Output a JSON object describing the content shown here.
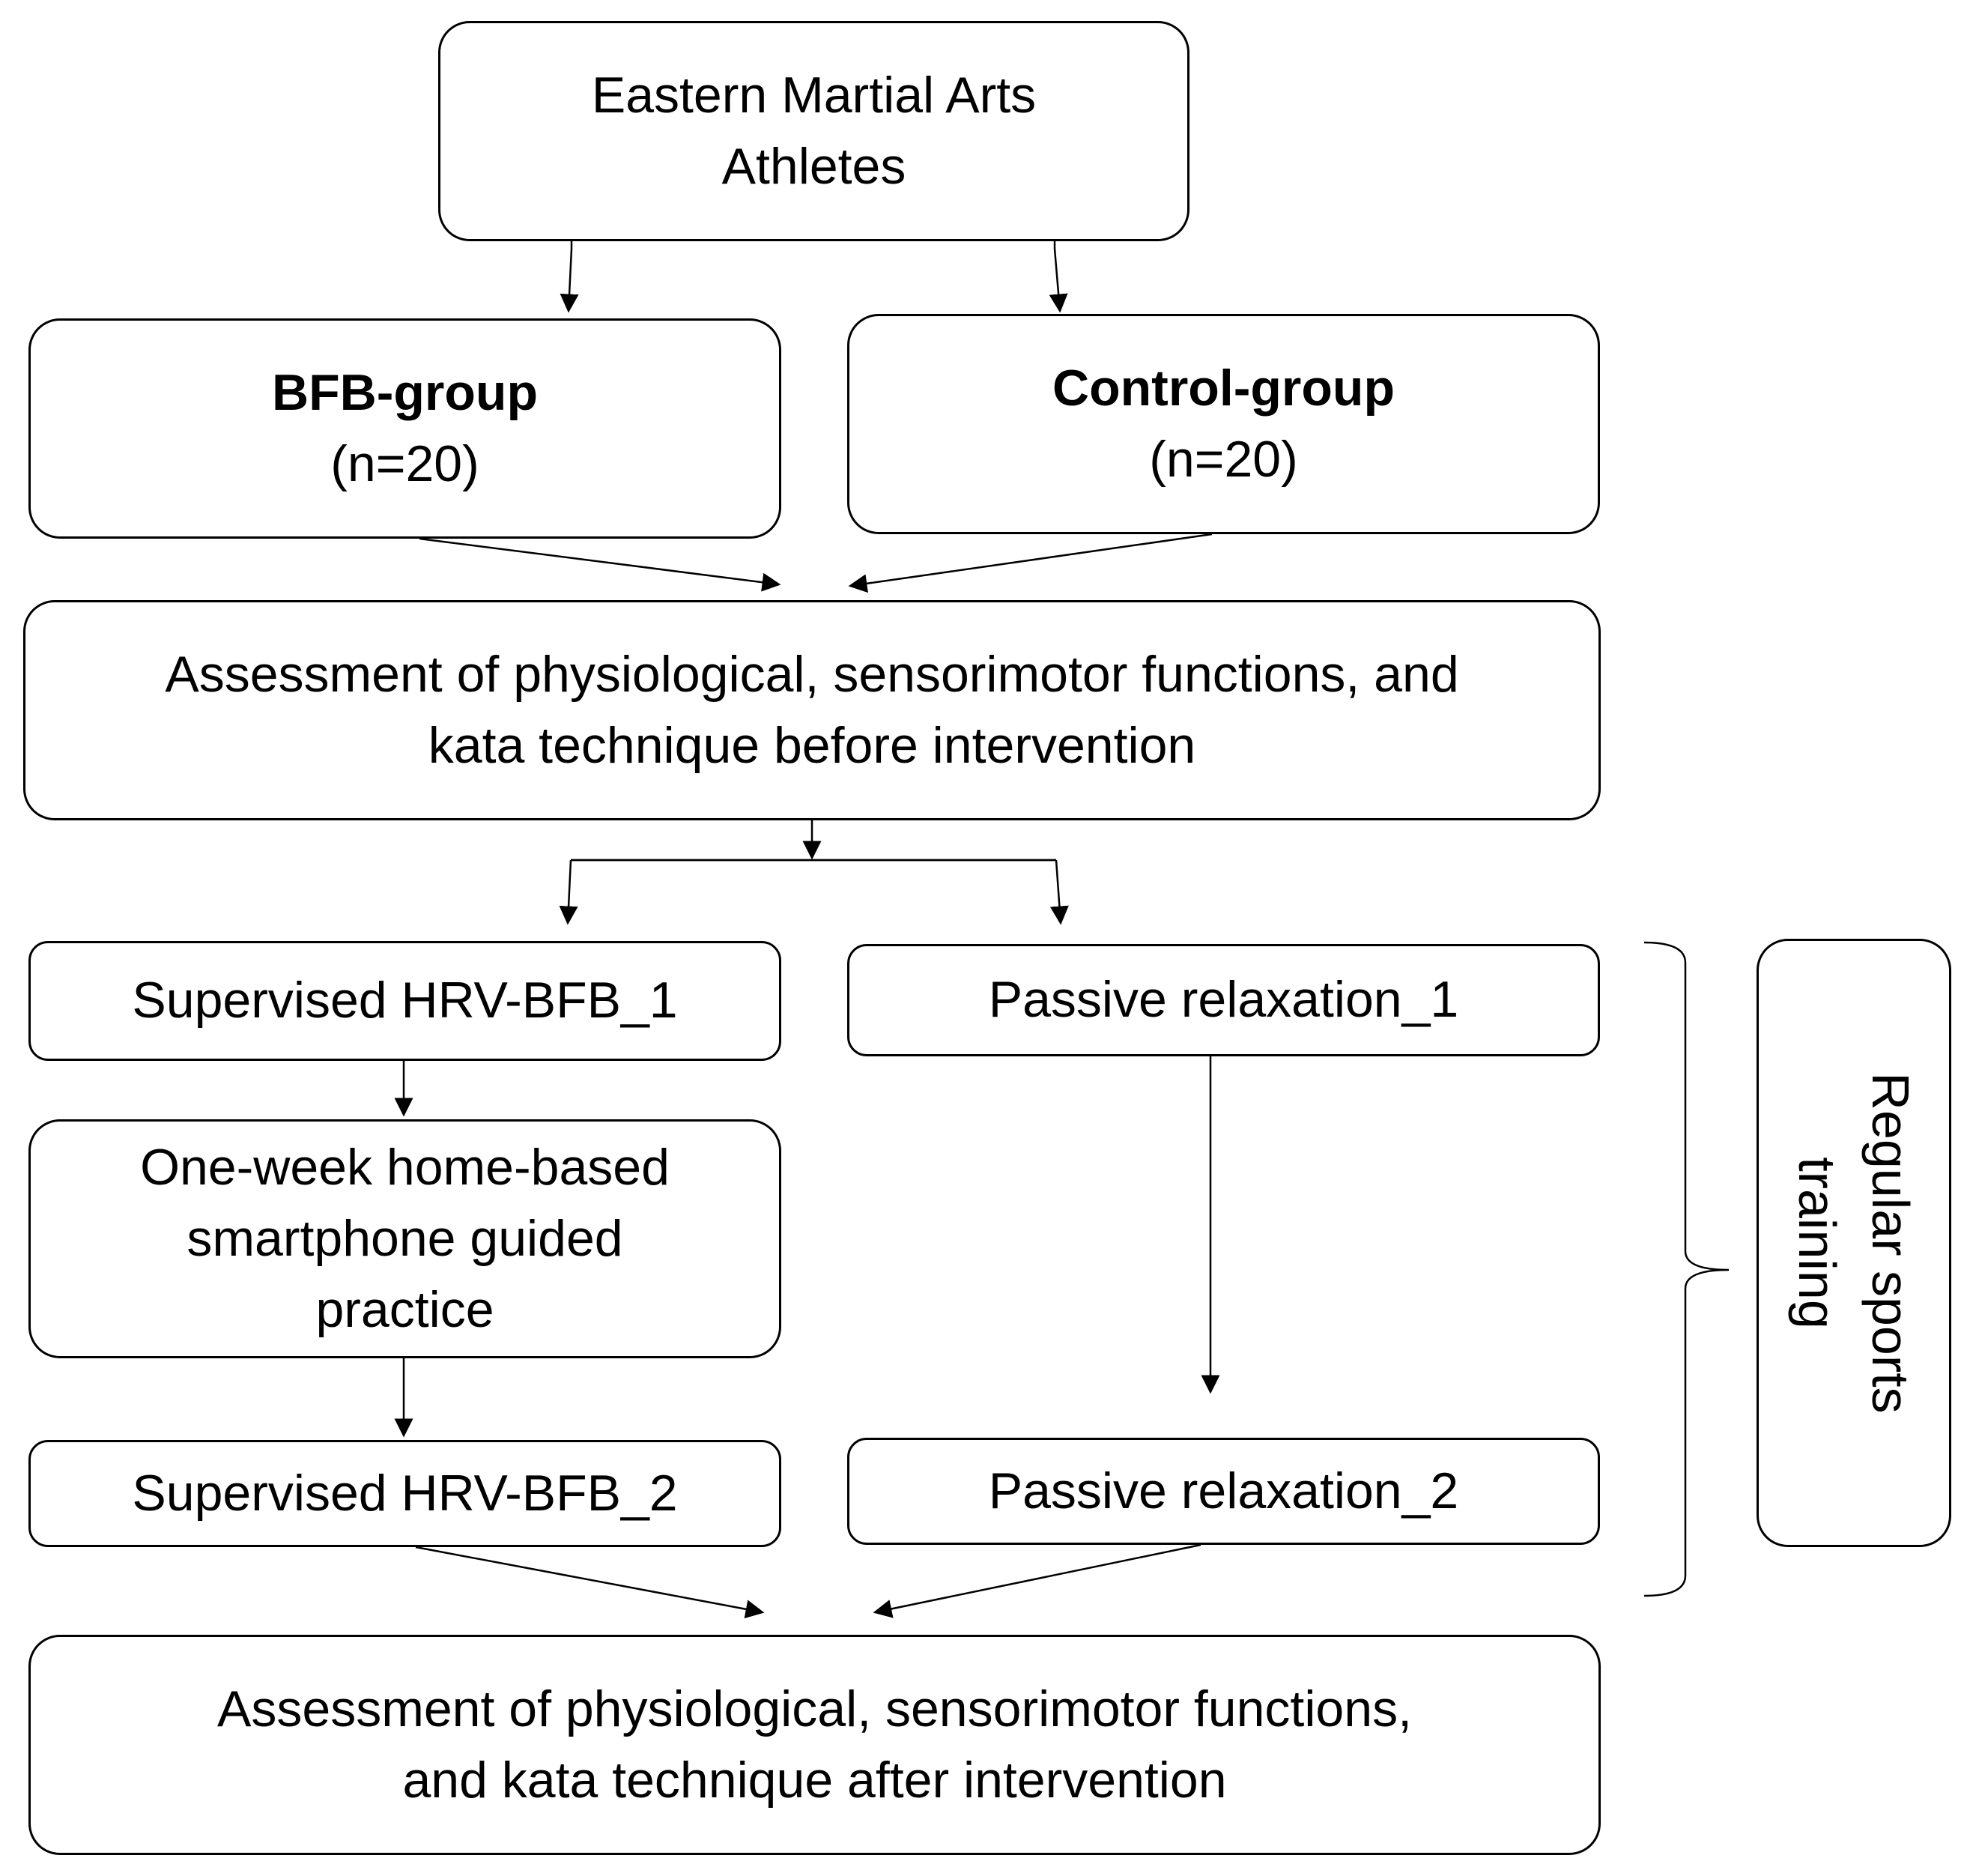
{
  "diagram": {
    "start": {
      "line1": "Eastern Martial Arts",
      "line2": "Athletes"
    },
    "bfb_group": {
      "title": "BFB-group",
      "count": "(n=20)"
    },
    "control_group": {
      "title": "Control-group",
      "count": "(n=20)"
    },
    "assessment_before": {
      "line1": "Assessment of physiological, sensorimotor functions, and",
      "line2": "kata technique before intervention"
    },
    "bfb_branch": {
      "step1": "Supervised HRV-BFB_1",
      "step2": {
        "line1": "One-week home-based",
        "line2": "smartphone guided",
        "line3": "practice"
      },
      "step3": "Supervised HRV-BFB_2"
    },
    "control_branch": {
      "step1": "Passive relaxation_1",
      "step2": "Passive relaxation_2"
    },
    "side_label": {
      "line1": "Regular sports",
      "line2": "training"
    },
    "assessment_after": {
      "line1": "Assessment of physiological, sensorimotor functions,",
      "line2": "and kata technique after intervention"
    }
  }
}
